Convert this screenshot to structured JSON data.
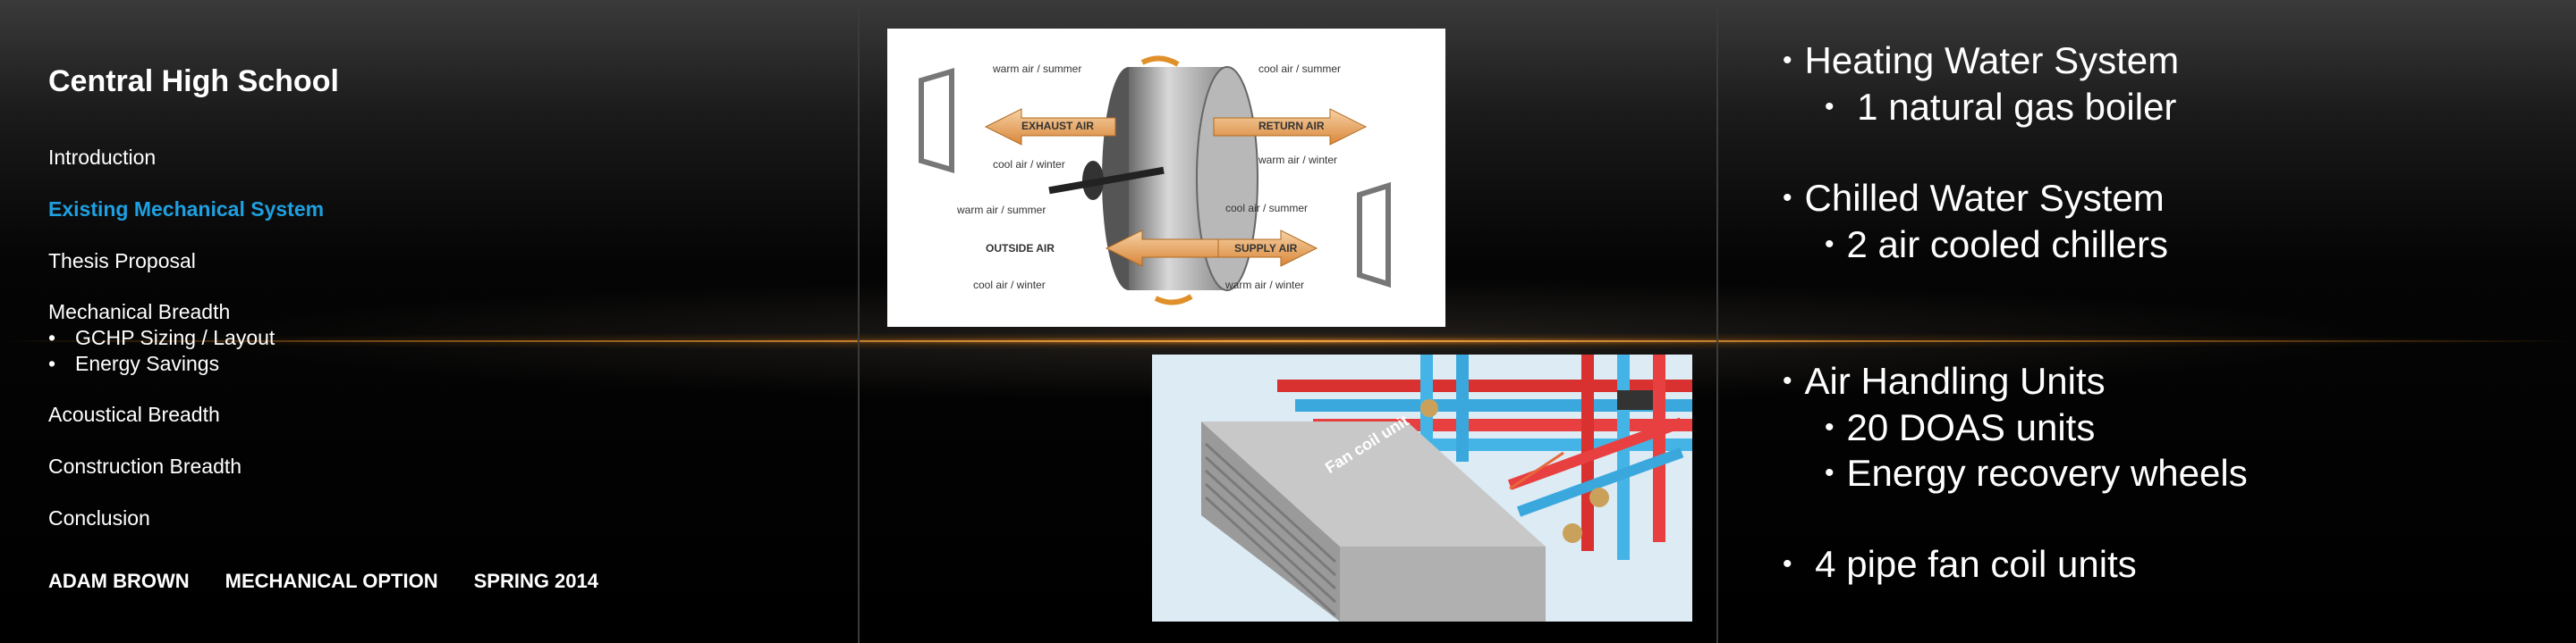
{
  "nav": {
    "title": "Central High School",
    "items": [
      {
        "label": "Introduction",
        "active": false
      },
      {
        "label": "Existing Mechanical System",
        "active": true
      },
      {
        "label": "Thesis Proposal",
        "active": false
      },
      {
        "label": "Mechanical Breadth",
        "active": false
      },
      {
        "label": "Acoustical Breadth",
        "active": false
      },
      {
        "label": "Construction Breadth",
        "active": false
      },
      {
        "label": "Conclusion",
        "active": false
      }
    ],
    "sub_items": [
      "GCHP Sizing / Layout",
      "Energy Savings"
    ]
  },
  "footer": {
    "author": "ADAM BROWN",
    "option": "MECHANICAL OPTION",
    "term": "SPRING 2014"
  },
  "wheel_diagram": {
    "exhaust_air": "EXHAUST AIR",
    "return_air": "RETURN AIR",
    "outside_air": "OUTSIDE AIR",
    "supply_air": "SUPPLY AIR",
    "warm_summer": "warm air / summer",
    "cool_summer": "cool air / summer",
    "cool_winter": "cool air / winter",
    "warm_winter": "warm air / winter"
  },
  "fan_coil_label": "Fan coil unit",
  "bullets": {
    "heating": "Heating Water System",
    "heating_sub": " 1 natural gas boiler",
    "chilled": "Chilled Water System",
    "chilled_sub": "2 air cooled chillers",
    "ahu": "Air Handling Units",
    "ahu_sub1": "20 DOAS units",
    "ahu_sub2": "Energy recovery wheels",
    "fcu": " 4 pipe fan coil units",
    "bullet_char": "•"
  }
}
